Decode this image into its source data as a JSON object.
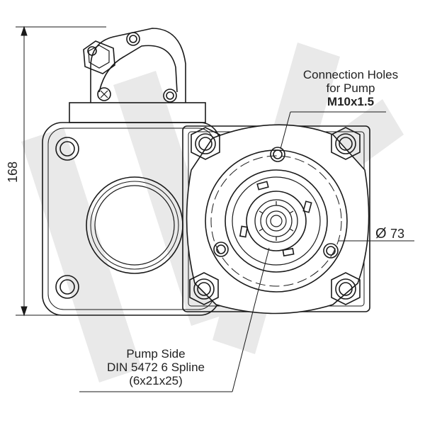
{
  "dimensions": {
    "height": "168",
    "diameter_symbol": "Ø",
    "diameter_value": "73"
  },
  "callouts": {
    "connection": {
      "line1": "Connection Holes",
      "line2": "for Pump",
      "thread": "M10x1.5"
    },
    "pump_side": {
      "line1": "Pump Side",
      "line2": "DIN 5472 6 Spline",
      "line3": "(6x21x25)"
    }
  },
  "colors": {
    "line": "#1a1a1a",
    "watermark": "#e6e6e6"
  }
}
